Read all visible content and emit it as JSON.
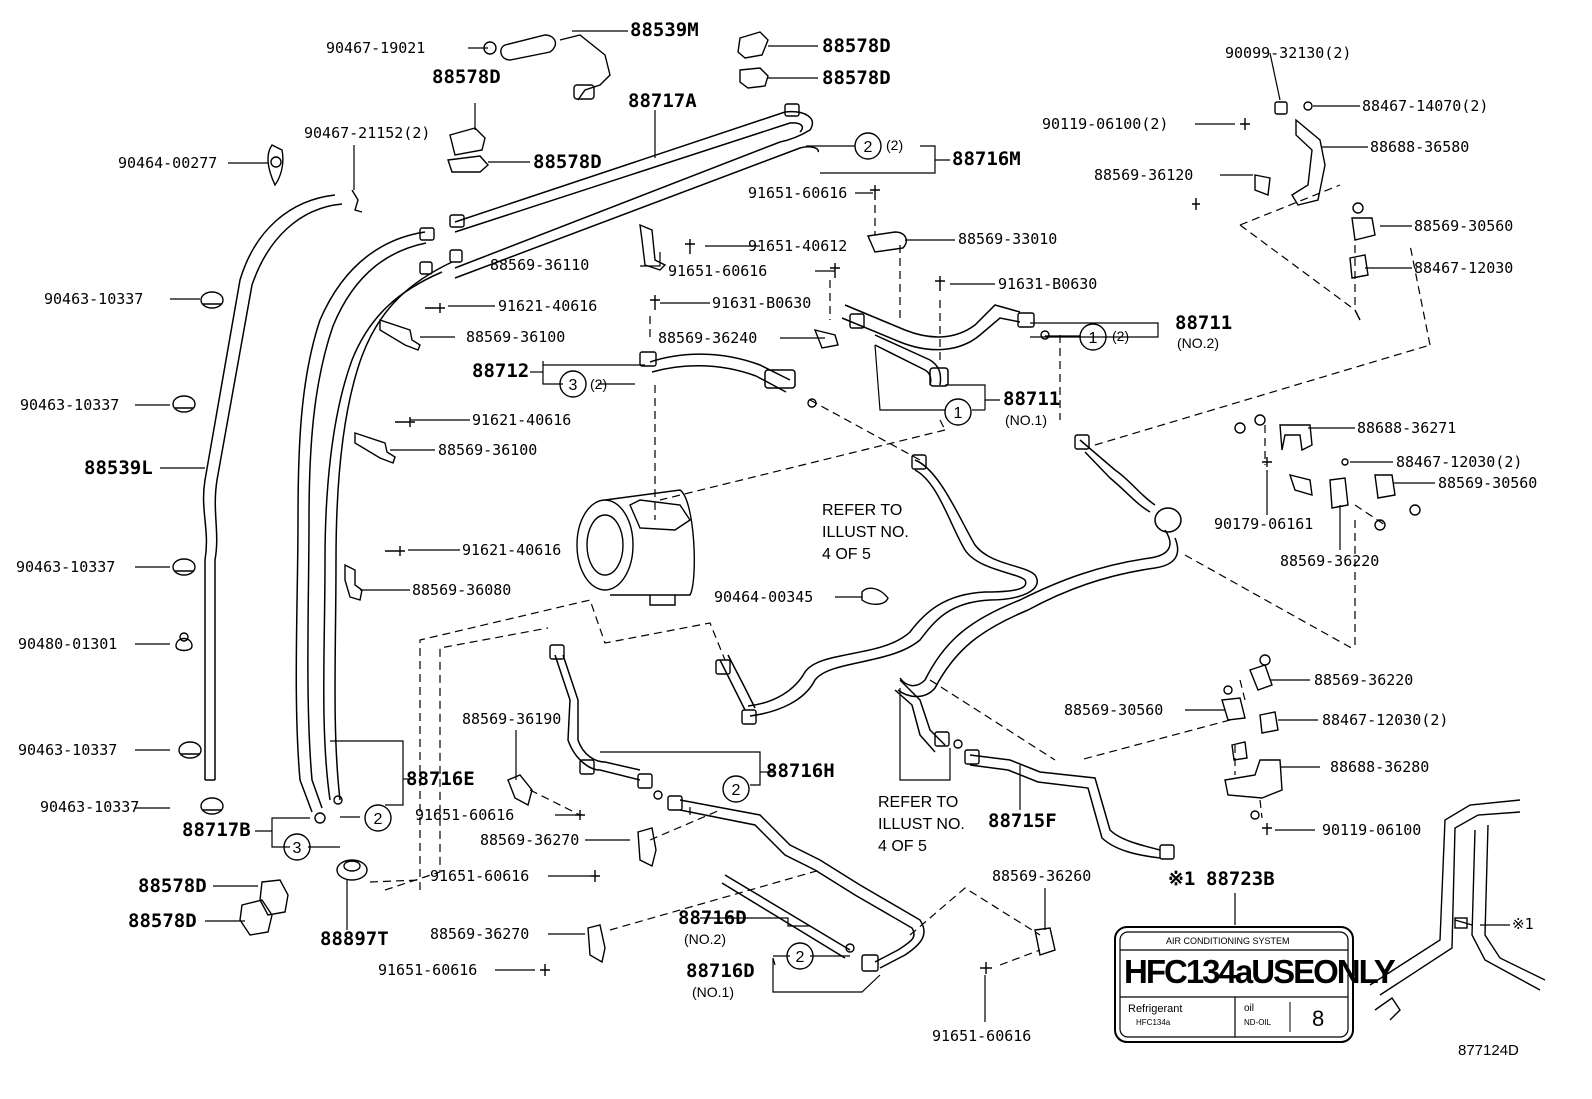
{
  "parts": {
    "p88539M": "88539M",
    "p90467_19021": "90467-19021",
    "p88578D_1": "88578D",
    "p88578D_2": "88578D",
    "p88578D_3": "88578D",
    "p88578D_4": "88578D",
    "p88717A": "88717A",
    "p90467_21152": "90467-21152(2)",
    "p90464_00277": "90464-00277",
    "p88716M": "88716M",
    "p91651_60616_a": "91651-60616",
    "p91651_40612": "91651-40612",
    "p88569_33010": "88569-33010",
    "p88569_36110": "88569-36110",
    "p91651_60616_b": "91651-60616",
    "p91631_B0630_a": "91631-B0630",
    "p90463_10337_a": "90463-10337",
    "p91621_40616_a": "91621-40616",
    "p91631_B0630_b": "91631-B0630",
    "p88569_36100_a": "88569-36100",
    "p88569_36240": "88569-36240",
    "p88711_no2": "88711",
    "p88712": "88712",
    "p90463_10337_b": "90463-10337",
    "p88711_no1": "88711",
    "p91621_40616_b": "91621-40616",
    "p88569_36100_b": "88569-36100",
    "p88539L": "88539L",
    "p91621_40616_c": "91621-40616",
    "p90463_10337_c": "90463-10337",
    "p88569_36080": "88569-36080",
    "p90464_00345": "90464-00345",
    "p90480_01301": "90480-01301",
    "p88569_36190": "88569-36190",
    "p90463_10337_d": "90463-10337",
    "p88716E": "88716E",
    "p88716H": "88716H",
    "p90463_10337_e": "90463-10337",
    "p91651_60616_c": "91651-60616",
    "p88717B": "88717B",
    "p88569_36270_a": "88569-36270",
    "p88578D_5": "88578D",
    "p91651_60616_d": "91651-60616",
    "p88578D_6": "88578D",
    "p88897T": "88897T",
    "p88716D_no2": "88716D",
    "p88569_36270_b": "88569-36270",
    "p91651_60616_e": "91651-60616",
    "p88716D_no1": "88716D",
    "p88569_36260": "88569-36260",
    "p91651_60616_f": "91651-60616",
    "p88715F": "88715F",
    "p88723B": "88723B",
    "p90099_32130": "90099-32130(2)",
    "p88467_14070": "88467-14070(2)",
    "p90119_06100_2": "90119-06100(2)",
    "p88688_36580": "88688-36580",
    "p88569_36120": "88569-36120",
    "p88569_30560_a": "88569-30560",
    "p88467_12030_a": "88467-12030",
    "p88688_36271": "88688-36271",
    "p88467_12030_2a": "88467-12030(2)",
    "p88569_30560_b": "88569-30560",
    "p90179_06161": "90179-06161",
    "p88569_36220_a": "88569-36220",
    "p88569_36220_b": "88569-36220",
    "p88569_30560_c": "88569-30560",
    "p88467_12030_2b": "88467-12030(2)",
    "p88688_36280": "88688-36280",
    "p90119_06100": "90119-06100"
  },
  "notes": {
    "no2": "(NO.2)",
    "no1": "(NO.1)",
    "no2b": "(NO.2)",
    "no1b": "(NO.1)",
    "q2": "(2)",
    "q2b": "(2)",
    "q2c": "(2)",
    "refer_a1": "REFER TO",
    "refer_a2": "ILLUST NO.",
    "refer_a3": "4 OF 5",
    "refer_b1": "REFER TO",
    "refer_b2": "ILLUST NO.",
    "refer_b3": "4 OF 5",
    "star_ref": "※1",
    "star_ref2": "※1",
    "illust_code": "877124D"
  },
  "callouts": {
    "c1": "1",
    "c2": "2",
    "c3": "3"
  },
  "label_plate": {
    "header": "AIR CONDITIONING SYSTEM",
    "main": "HFC134aUSEONLY",
    "refrigerant": "Refrigerant",
    "refrigerant_type": "HFC134a",
    "oil": "oil",
    "oil_type": "ND-OIL",
    "oil_no": "8"
  }
}
